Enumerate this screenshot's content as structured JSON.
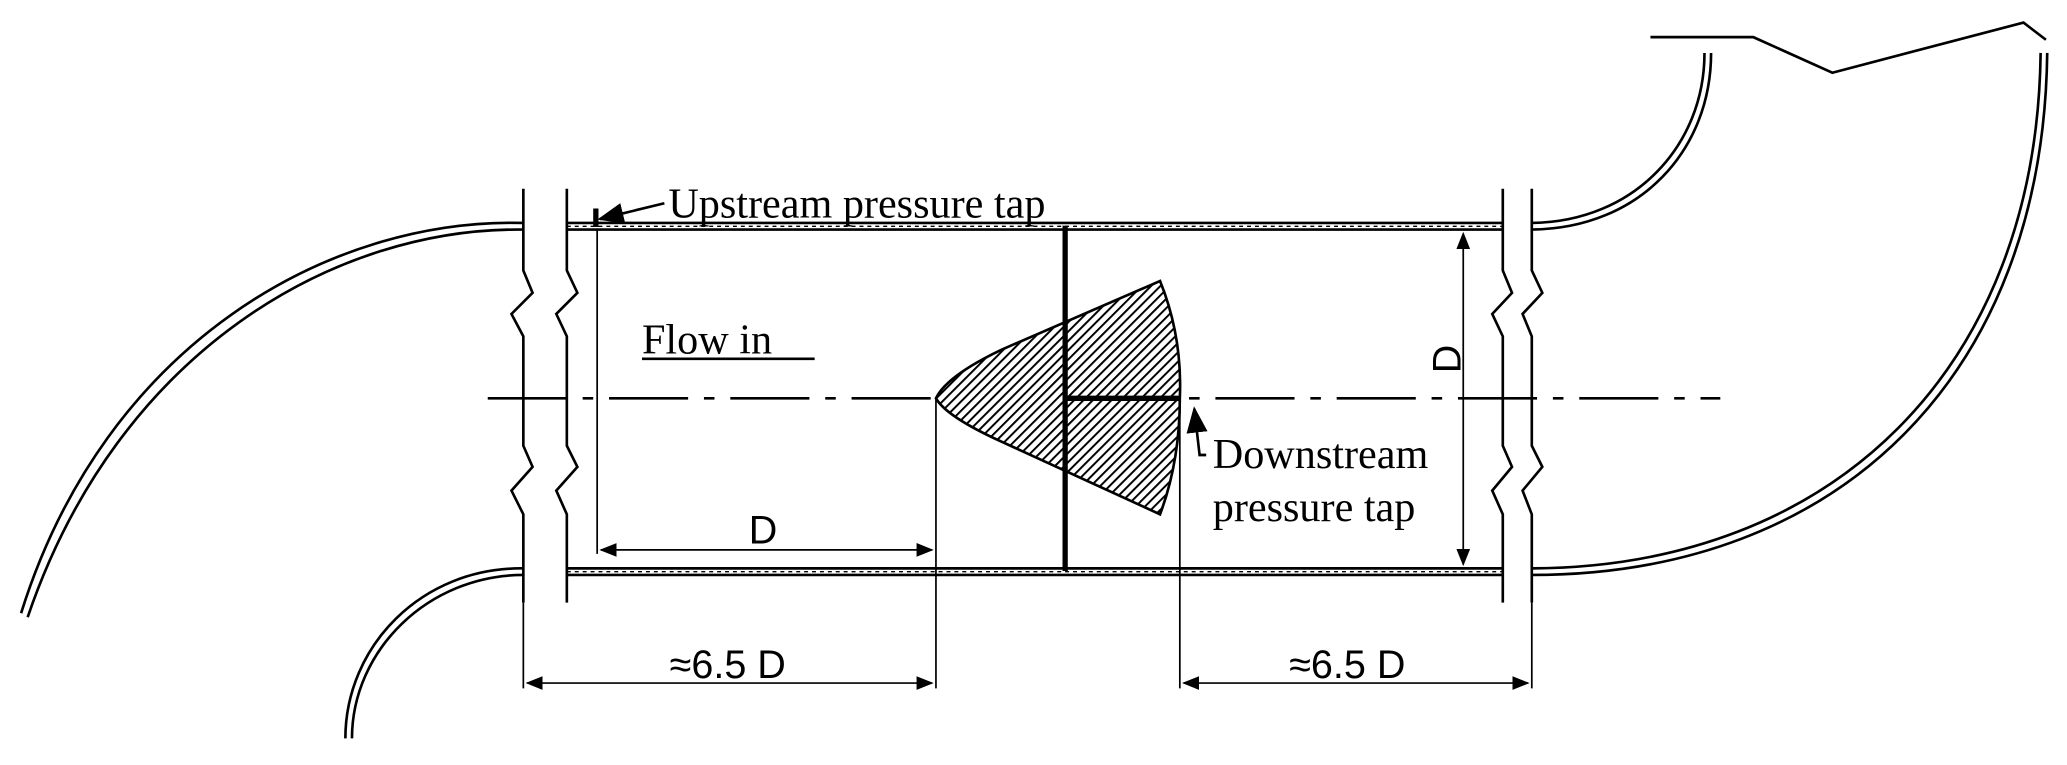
{
  "labels": {
    "upstream_tap": "Upstream pressure tap",
    "flow_in": "Flow in",
    "downstream_tap_line1": "Downstream",
    "downstream_tap_line2": "pressure tap",
    "diameter_left": "D",
    "diameter_vertical": "D",
    "upstream_length": "≈6.5 D",
    "downstream_length": "≈6.5 D"
  },
  "colors": {
    "line": "#000000",
    "background": "#ffffff"
  }
}
